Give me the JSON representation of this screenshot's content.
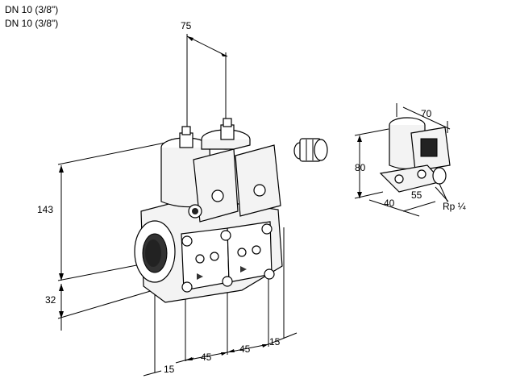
{
  "header": {
    "line1": "DN 10 (3/8\")",
    "line2": "DN 10 (3/8\")"
  },
  "dimensions": {
    "top_width": "75",
    "height_total": "143",
    "height_lower": "32",
    "offset_bottom": "15",
    "spacing_a": "45",
    "spacing_b": "45",
    "spacing_c": "15",
    "small_width": "70",
    "small_height": "80",
    "small_depth_a": "40",
    "small_depth_b": "55",
    "port_thread": "Rp ¼"
  }
}
